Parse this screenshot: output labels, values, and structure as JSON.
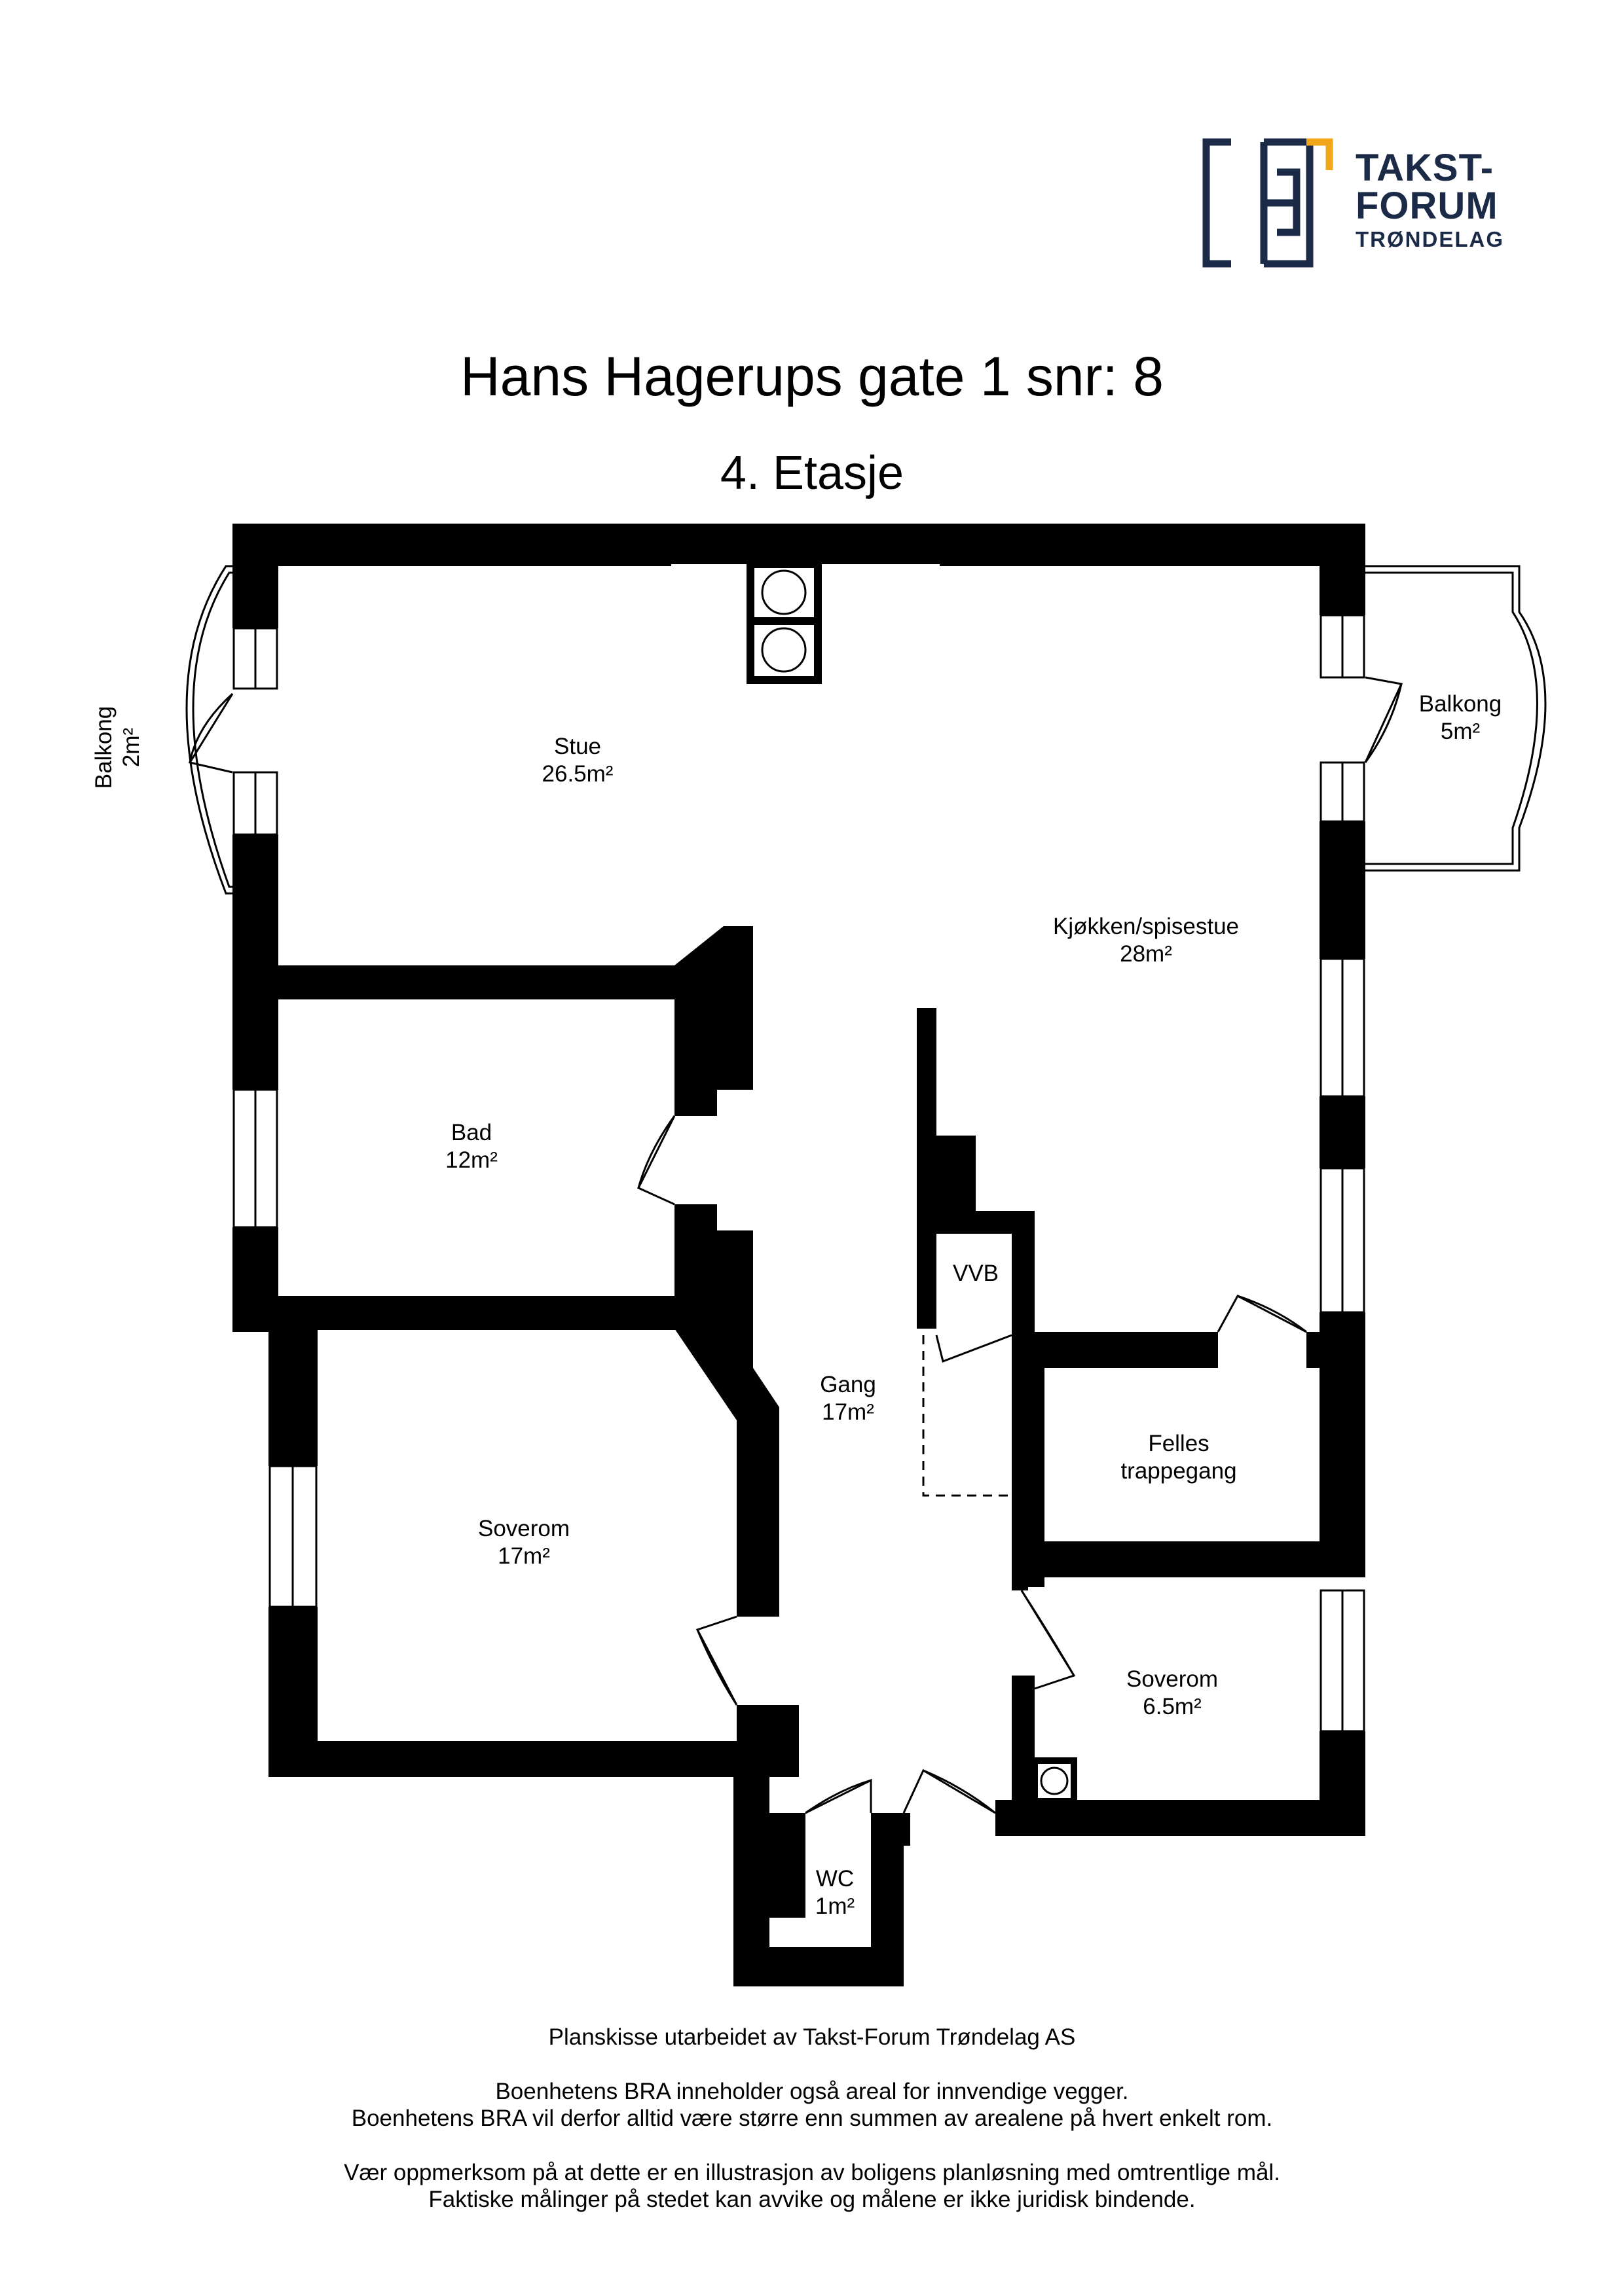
{
  "logo": {
    "line1": "TAKST-",
    "line2": "FORUM",
    "line3": "TRØNDELAG",
    "colors": {
      "navy": "#1b2a47",
      "accent": "#f2a71b"
    }
  },
  "title": "Hans Hagerups gate 1 snr: 8",
  "subtitle": "4. Etasje",
  "rooms": {
    "stue": {
      "name": "Stue",
      "area": "26.5m²"
    },
    "kjokken": {
      "name": "Kjøkken/spisestue",
      "area": "28m²"
    },
    "balkong_left": {
      "name": "Balkong",
      "area": "2m²"
    },
    "balkong_right": {
      "name": "Balkong",
      "area": "5m²"
    },
    "bad": {
      "name": "Bad",
      "area": "12m²"
    },
    "vvb": {
      "name": "VVB"
    },
    "gang": {
      "name": "Gang",
      "area": "17m²"
    },
    "felles": {
      "name": "Felles",
      "name2": "trappegang"
    },
    "soverom1": {
      "name": "Soverom",
      "area": "17m²"
    },
    "soverom2": {
      "name": "Soverom",
      "area": "6.5m²"
    },
    "wc": {
      "name": "WC",
      "area": "1m²"
    }
  },
  "footer": {
    "line1": "Planskisse utarbeidet av Takst-Forum Trøndelag AS",
    "line2": "Boenhetens BRA inneholder også areal for innvendige vegger.",
    "line3": "Boenhetens BRA vil derfor alltid være større enn summen av arealene på hvert enkelt rom.",
    "line4": "Vær oppmerksom på at dette er en illustrasjon av boligens planløsning med omtrentlige mål.",
    "line5": "Faktiske målinger på stedet kan avvike og målene er ikke juridisk bindende."
  }
}
